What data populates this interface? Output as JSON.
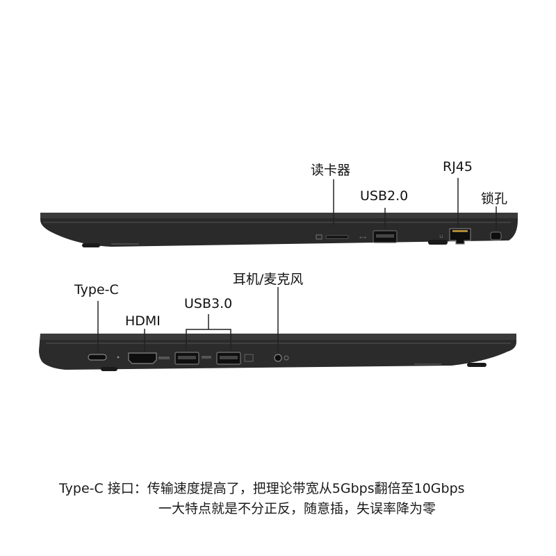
{
  "labels": {
    "card_reader": "读卡器",
    "usb20": "USB2.0",
    "rj45": "RJ45",
    "lock": "锁孔",
    "type_c": "Type-C",
    "hdmi": "HDMI",
    "usb30": "USB3.0",
    "audio": "耳机/麦克风"
  },
  "caption": {
    "line1": "Type-C 接口：传输速度提高了，把理论带宽从5Gbps翻倍至10Gbps",
    "line2": "一大特点就是不分正反，随意插，失误率降为零"
  }
}
